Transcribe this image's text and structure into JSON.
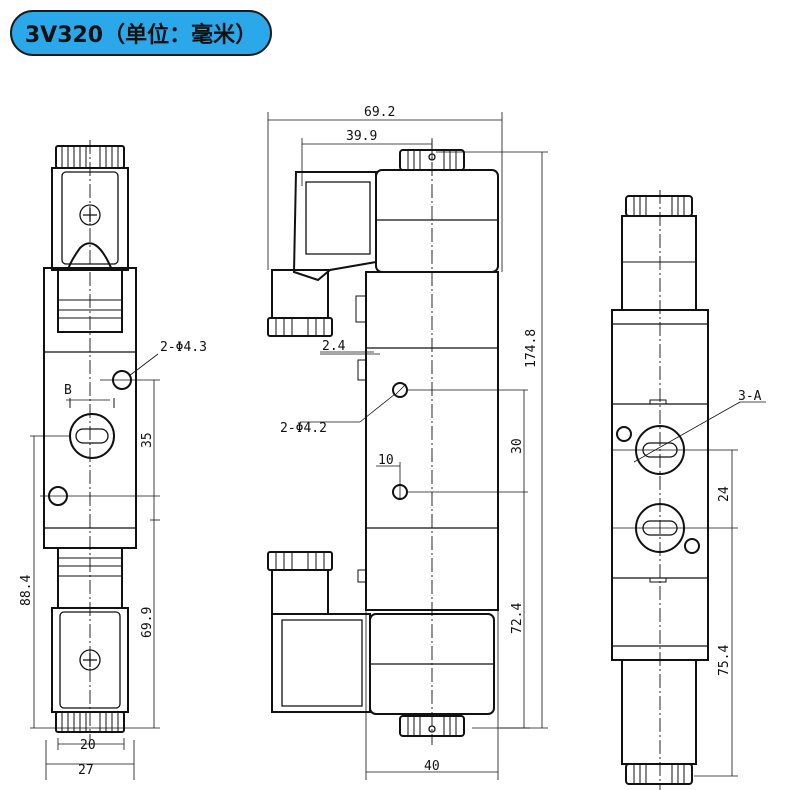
{
  "title": "3V320（单位：毫米）",
  "front_view": {
    "hole_label": "2-Φ4.3",
    "b_label": "B",
    "dims": {
      "d35": "35",
      "d88": "88.4",
      "d69": "69.9",
      "d20": "20",
      "d27": "27"
    }
  },
  "side_view": {
    "hole_label": "2-Φ4.2",
    "dims": {
      "d692": "69.2",
      "d399": "39.9",
      "d24": "2.4",
      "d1748": "174.8",
      "d30": "30",
      "d10": "10",
      "d724": "72.4",
      "d40": "40"
    }
  },
  "rear_view": {
    "port_label": "3-A",
    "dims": {
      "d24": "24",
      "d754": "75.4"
    }
  }
}
